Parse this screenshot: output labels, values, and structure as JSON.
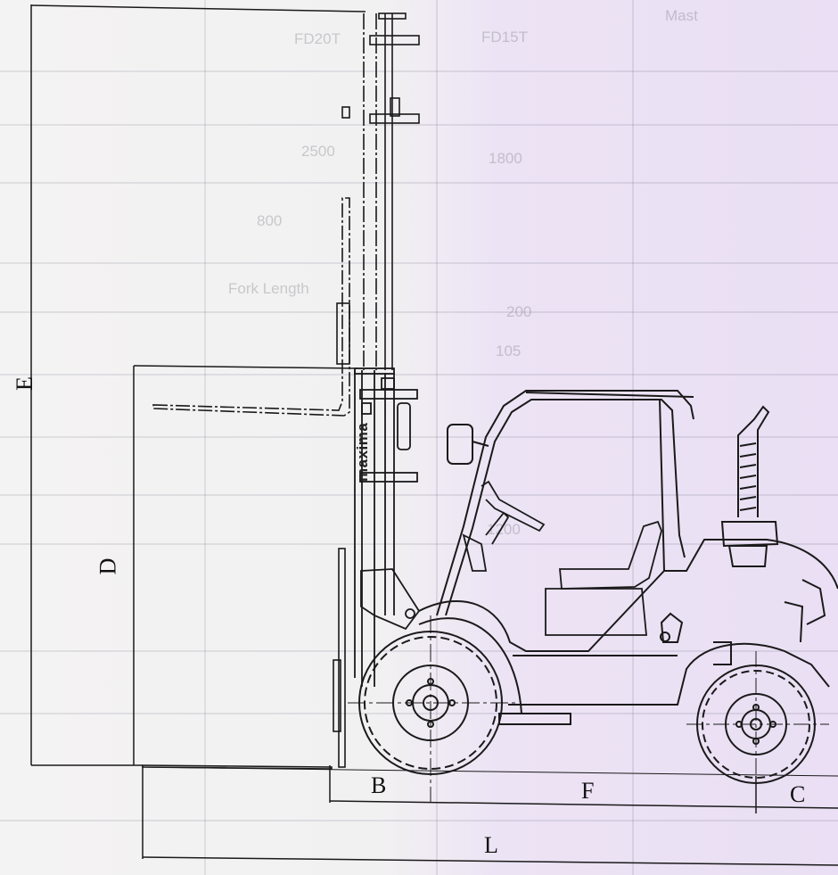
{
  "diagram": {
    "dimension_labels": {
      "E": "E",
      "D": "D",
      "B": "B",
      "F": "F",
      "C": "C",
      "L": "L"
    },
    "brand": "maxima"
  },
  "bleed_through": {
    "model_a": "FD15T",
    "model_b": "FD20T",
    "v1800": "1800",
    "v2500": "2500",
    "v800": "800",
    "v200": "200",
    "v105": "105",
    "v1200": "1200",
    "fork_length": "Fork Length",
    "mast": "Mast"
  },
  "colors": {
    "line": "#1a1a1a",
    "paper_left": "#f4f3f3",
    "paper_right": "#eadff4"
  }
}
